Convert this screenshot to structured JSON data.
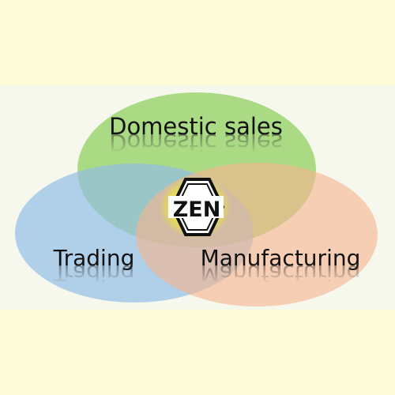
{
  "diagram": {
    "labels": {
      "domestic": "Domestic sales",
      "trading": "Trading",
      "manufacturing": "Manufacturing"
    },
    "logo_text": "ZEN",
    "colors": {
      "background": "#fdfbd8",
      "panel": "#f6f8ee",
      "domestic": "#8ccf5c",
      "trading": "#93bde6",
      "manufacturing": "#f5b590",
      "logo_glow": "#f3ec2a"
    }
  }
}
